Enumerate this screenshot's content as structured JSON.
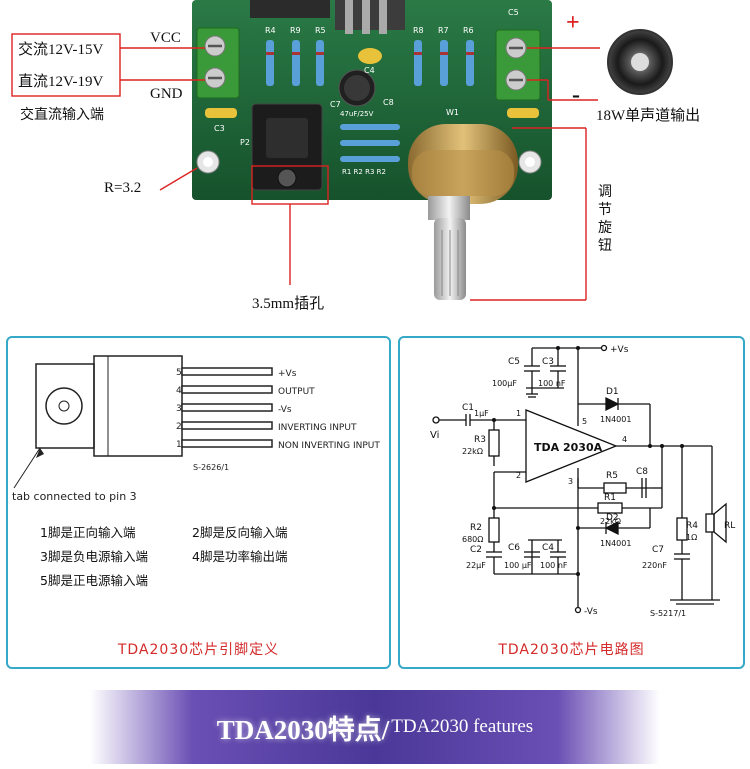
{
  "photo": {
    "ac_input": "交流12V-15V",
    "dc_input": "直流12V-19V",
    "vcc": "VCC",
    "gnd": "GND",
    "input_terminal": "交直流输入端",
    "plus": "+",
    "minus": "-",
    "output": "18W单声道输出",
    "hole": "R=3.2",
    "jack": "3.5mm插孔",
    "knob": [
      "调",
      "节",
      "旋",
      "钮"
    ],
    "board_labels": {
      "r4": "R4",
      "r9": "R9",
      "r5": "R5",
      "r8": "R8",
      "r7": "R7",
      "r6": "R6",
      "c4": "C4",
      "c7": "C7",
      "c8": "C8",
      "c3": "C3",
      "p2": "P2",
      "w1": "W1",
      "c5": "C5",
      "r123": "R1 R2 R3 R2",
      "cap_value": "47uF/25V"
    }
  },
  "pinout": {
    "pin_numbers": [
      "5",
      "4",
      "3",
      "2",
      "1"
    ],
    "pin_names": [
      "+Vs",
      "OUTPUT",
      "-Vs",
      "INVERTING INPUT",
      "NON INVERTING INPUT"
    ],
    "ref_code": "S-2626/1",
    "tab_note": "tab connected to pin 3",
    "descriptions": [
      "1脚是正向输入端",
      "2脚是反向输入端",
      "3脚是负电源输入端",
      "4脚是功率输出端",
      "5脚是正电源输入端"
    ],
    "caption": "TDA2030芯片引脚定义"
  },
  "circuit": {
    "chip": "TDA 2030A",
    "vs_plus": "+Vs",
    "vs_minus": "-Vs",
    "vi": "Vi",
    "components": {
      "c5": "C5",
      "c5_val": "100μF",
      "c3": "C3",
      "c3_val": "100 nF",
      "c1": "C1",
      "c1_val": "1μF",
      "r3": "R3",
      "r3_val": "22kΩ",
      "d1": "D1",
      "d1_val": "1N4001",
      "r5": "R5",
      "c8": "C8",
      "r1": "R1",
      "r1_val": "22kΩ",
      "r2": "R2",
      "r2_val": "680Ω",
      "c2": "C2",
      "c2_val": "22μF",
      "c6": "C6",
      "c6_val": "100 μF",
      "c4": "C4",
      "c4_val": "100 nF",
      "d2": "D2",
      "d2_val": "1N4001",
      "r4": "R4",
      "r4_val": "1Ω",
      "c7": "C7",
      "c7_val": "220nF",
      "rl": "RL"
    },
    "pins": [
      "1",
      "2",
      "3",
      "4",
      "5"
    ],
    "ref_code": "S-5217/1",
    "caption": "TDA2030芯片电路图"
  },
  "banner": {
    "title": "TDA2030特点/",
    "subtitle": "TDA2030 features"
  },
  "colors": {
    "panel_border": "#36a8c8",
    "caption_red": "#d42a2a",
    "pcb_green": "#1f6a3a",
    "banner_purple": "#4a3898"
  }
}
